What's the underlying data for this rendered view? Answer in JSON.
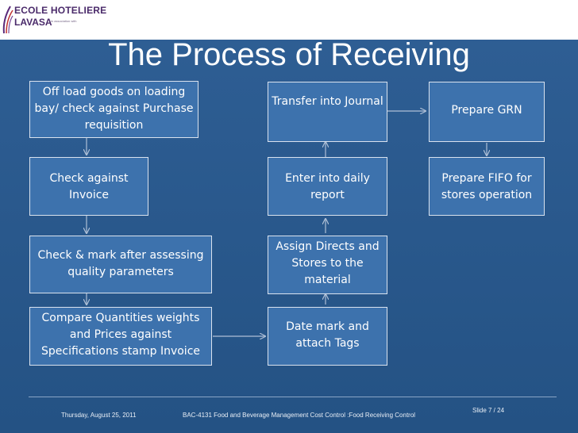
{
  "logo": {
    "name_line1": "ECOLE HOTELIERE",
    "name_line2": "LAVASA",
    "tagline": "in association with"
  },
  "title": "The Process of Receiving",
  "boxes": {
    "offload": "Off load goods on loading bay/ check against Purchase requisition",
    "check_invoice": "Check against Invoice",
    "check_mark": "Check & mark after assessing quality parameters",
    "compare": "Compare Quantities weights and Prices against Specifications stamp Invoice",
    "date_mark": "Date mark and attach Tags",
    "assign": "Assign Directs and Stores to the material",
    "enter_daily": "Enter into daily report",
    "transfer": "Transfer into Journal",
    "prepare_grn": "Prepare GRN",
    "prepare_fifo": "Prepare FIFO for stores operation"
  },
  "footer": {
    "date": "Thursday, August 25, 2011",
    "course": "BAC-4131 Food and Beverage Management Cost Control :Food Receiving Control",
    "slide": "Slide 7 / 24"
  },
  "colors": {
    "background": "#2a5a8f",
    "box_fill": "#3d72ad",
    "box_border": "#d9e2ee",
    "arrow": "#aebfd6"
  }
}
